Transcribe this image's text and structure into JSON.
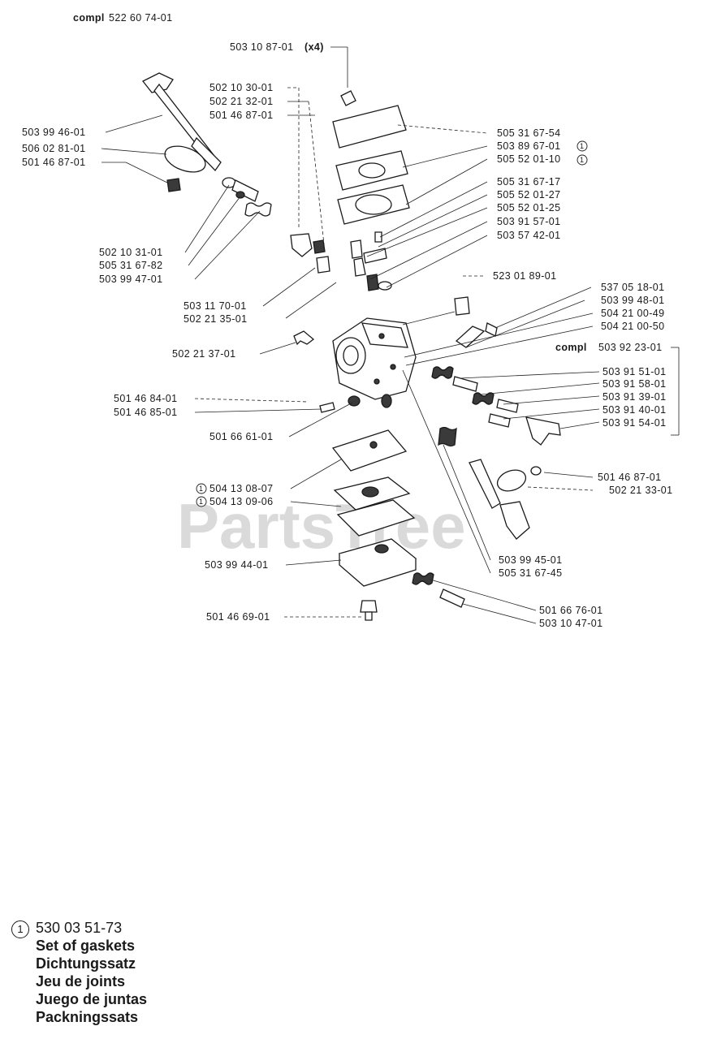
{
  "assembly": {
    "compl": "compl",
    "number": "522 60 74-01"
  },
  "watermark": "PartsTree",
  "gasket_mark": "1",
  "callouts": {
    "c01": "503 10 87-01",
    "c01b": "(x4)",
    "c02": "502 10 30-01",
    "c03": "502 21 32-01",
    "c04": "501 46 87-01",
    "c05": "503 99 46-01",
    "c06": "506 02 81-01",
    "c07": "501 46 87-01",
    "c08": "505 31 67-54",
    "c09": "503 89 67-01",
    "c10": "505 52 01-10",
    "c11": "505 31 67-17",
    "c12": "505 52 01-27",
    "c13": "505 52 01-25",
    "c14": "503 91 57-01",
    "c15": "503 57 42-01",
    "c16": "502 10 31-01",
    "c17": "505 31 67-82",
    "c18": "503 99 47-01",
    "c19": "523 01 89-01",
    "c20": "537 05 18-01",
    "c21": "503 99 48-01",
    "c22": "504 21 00-49",
    "c23": "504 21 00-50",
    "c24": "503 11 70-01",
    "c25": "502 21 35-01",
    "c26": "502 21 37-01",
    "c27a": "compl",
    "c27": "503 92 23-01",
    "c28": "503 91 51-01",
    "c29": "503 91 58-01",
    "c30": "503 91 39-01",
    "c31": "503 91 40-01",
    "c32": "503 91 54-01",
    "c33": "501 46 84-01",
    "c34": "501 46 85-01",
    "c35": "501 66 61-01",
    "c36": "501 46 87-01",
    "c37": "502 21 33-01",
    "c38": "504 13 08-07",
    "c39": "504 13 09-06",
    "c40": "503 99 44-01",
    "c41": "503 99 45-01",
    "c42": "505 31 67-45",
    "c43": "501 66 76-01",
    "c44": "503 10 47-01",
    "c45": "501 46 69-01"
  },
  "legend": {
    "mark": "1",
    "number": "530 03 51-73",
    "lines": [
      "Set of gaskets",
      "Dichtungssatz",
      "Jeu de joints",
      "Juego de juntas",
      "Packningssats"
    ]
  }
}
